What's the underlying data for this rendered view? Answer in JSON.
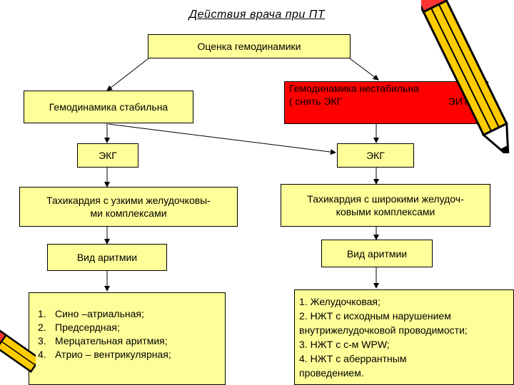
{
  "title": "Действия врача при ПТ",
  "boxes": {
    "assessment": "Оценка гемодинамики",
    "stable": "Гемодинамика стабильна",
    "unstable_line1": "Гемодинамика нестабильна",
    "unstable_line2_a": "( снять ЭКГ",
    "unstable_line2_b": "ЭИТ )",
    "ecg_left": "ЭКГ",
    "ecg_right": "ЭКГ",
    "narrow_line1": "Тахикардия с узкими желудочковы-",
    "narrow_line2": "ми комплексами",
    "wide_line1": "Тахикардия с широкими желудоч-",
    "wide_line2": "ковыми комплексами",
    "type_left": "Вид аритмии",
    "type_right": "Вид аритмии"
  },
  "left_list": [
    {
      "num": "1.",
      "text": "Сино –атриальная;"
    },
    {
      "num": "2.",
      "text": "Предсердная;"
    },
    {
      "num": "3.",
      "text": "Мерцательная аритмия;"
    },
    {
      "num": "4.",
      "text": "Атрио – вентрикулярная;"
    }
  ],
  "right_list": [
    "1.  Желудочковая;",
    "2.  НЖТ с исходным нарушением",
    "внутрижелудочковой проводимости;",
    "3. НЖТ с с-м WPW;",
    "4. НЖТ с аберрантным",
    "проведением."
  ],
  "colors": {
    "box_fill": "#ffff99",
    "unstable_fill": "#ff0000",
    "pencil_body": "#ffcc00",
    "pencil_outline": "#000000"
  },
  "icons": [
    "pencil-icon",
    "pencil-icon"
  ]
}
